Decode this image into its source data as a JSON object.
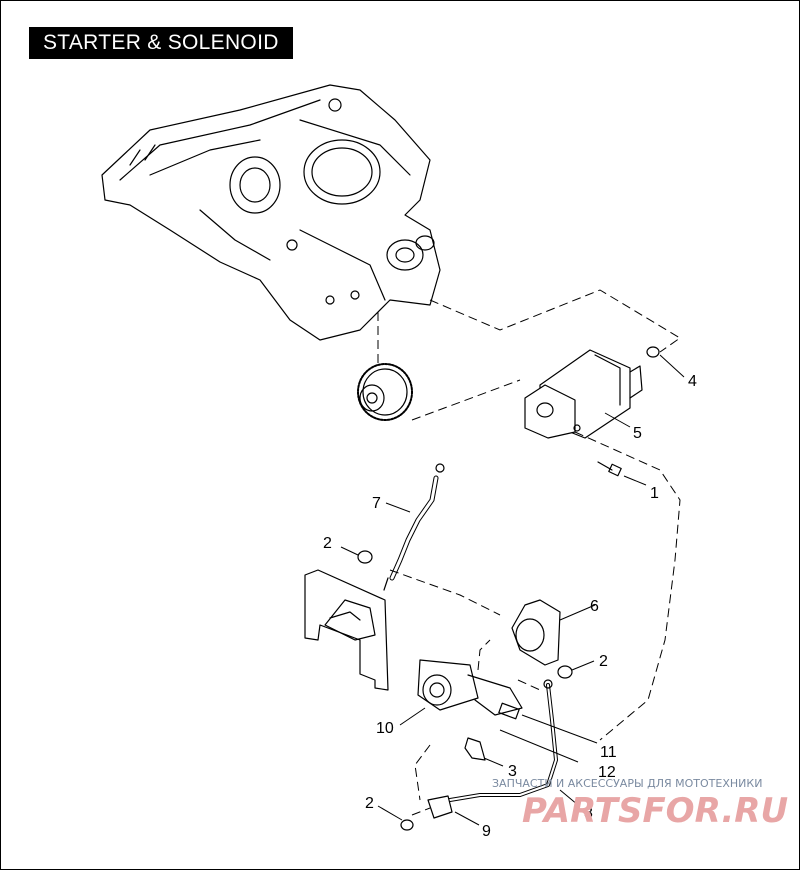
{
  "title": "STARTER & SOLENOID",
  "callouts": [
    {
      "id": "c1",
      "label": "1"
    },
    {
      "id": "c2a",
      "label": "2"
    },
    {
      "id": "c2b",
      "label": "2"
    },
    {
      "id": "c2c",
      "label": "2"
    },
    {
      "id": "c3",
      "label": "3"
    },
    {
      "id": "c4",
      "label": "4"
    },
    {
      "id": "c5",
      "label": "5"
    },
    {
      "id": "c6",
      "label": "6"
    },
    {
      "id": "c7",
      "label": "7"
    },
    {
      "id": "c8",
      "label": "8"
    },
    {
      "id": "c9",
      "label": "9"
    },
    {
      "id": "c10",
      "label": "10"
    },
    {
      "id": "c11",
      "label": "11"
    },
    {
      "id": "c12",
      "label": "12"
    }
  ],
  "watermark": {
    "caption": "ЗАПЧАСТИ И АКСЕССУАРЫ ДЛЯ МОТОТЕХНИКИ",
    "logo": "PARTSFOR.RU"
  },
  "colors": {
    "line": "#000000",
    "background": "#ffffff",
    "title_bg": "#000000",
    "title_fg": "#ffffff"
  }
}
